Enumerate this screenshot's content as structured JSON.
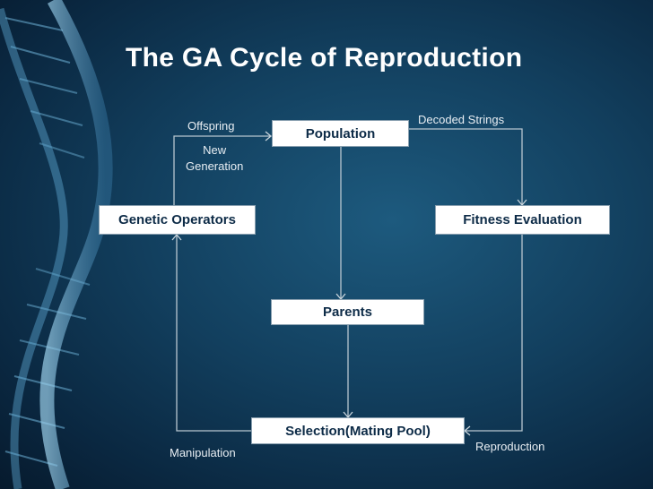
{
  "slide": {
    "title": "The GA Cycle of Reproduction"
  },
  "nodes": {
    "population": "Population",
    "fitness_evaluation": "Fitness Evaluation",
    "parents": "Parents",
    "selection": "Selection(Mating Pool)",
    "genetic_operators": "Genetic Operators"
  },
  "edge_labels": {
    "decoded_strings": "Decoded Strings",
    "offspring": "Offspring",
    "new_generation_line1": "New",
    "new_generation_line2": "Generation",
    "reproduction": "Reproduction",
    "manipulation": "Manipulation"
  },
  "colors": {
    "background": "#123f5e",
    "node_fill": "#ffffff",
    "node_text": "#0d2b47",
    "title": "#ffffff",
    "connector": "#b8c6d0"
  }
}
